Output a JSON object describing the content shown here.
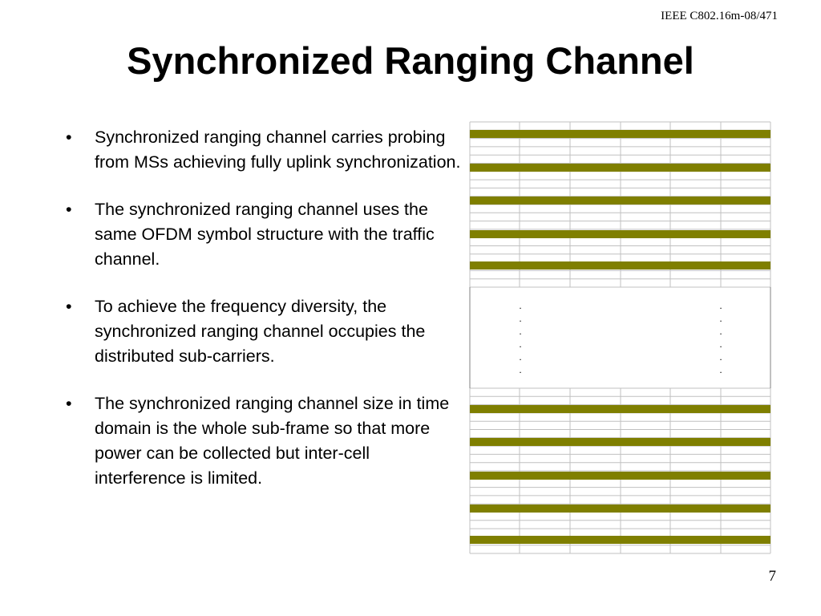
{
  "header": {
    "doc_id": "IEEE C802.16m-08/471"
  },
  "title": "Synchronized Ranging Channel",
  "bullets": [
    {
      "mark": "•",
      "text": "Synchronized ranging channel carries probing from MSs achieving fully uplink synchronization."
    },
    {
      "mark": "•",
      "text": "The synchronized ranging channel uses the same OFDM symbol structure with the traffic channel."
    },
    {
      "mark": "•",
      "text": "To achieve the frequency diversity, the synchronized ranging channel occupies the distributed sub-carriers."
    },
    {
      "mark": "•",
      "text": "The synchronized ranging channel size in time domain is the whole sub-frame so that more power can be collected but inter-cell interference is limited."
    }
  ],
  "figure": {
    "ranging_color": "#7f7f00",
    "grid_color": "#c0c0c0",
    "ellipsis_dot": "."
  },
  "footer": {
    "page_number": "7"
  }
}
